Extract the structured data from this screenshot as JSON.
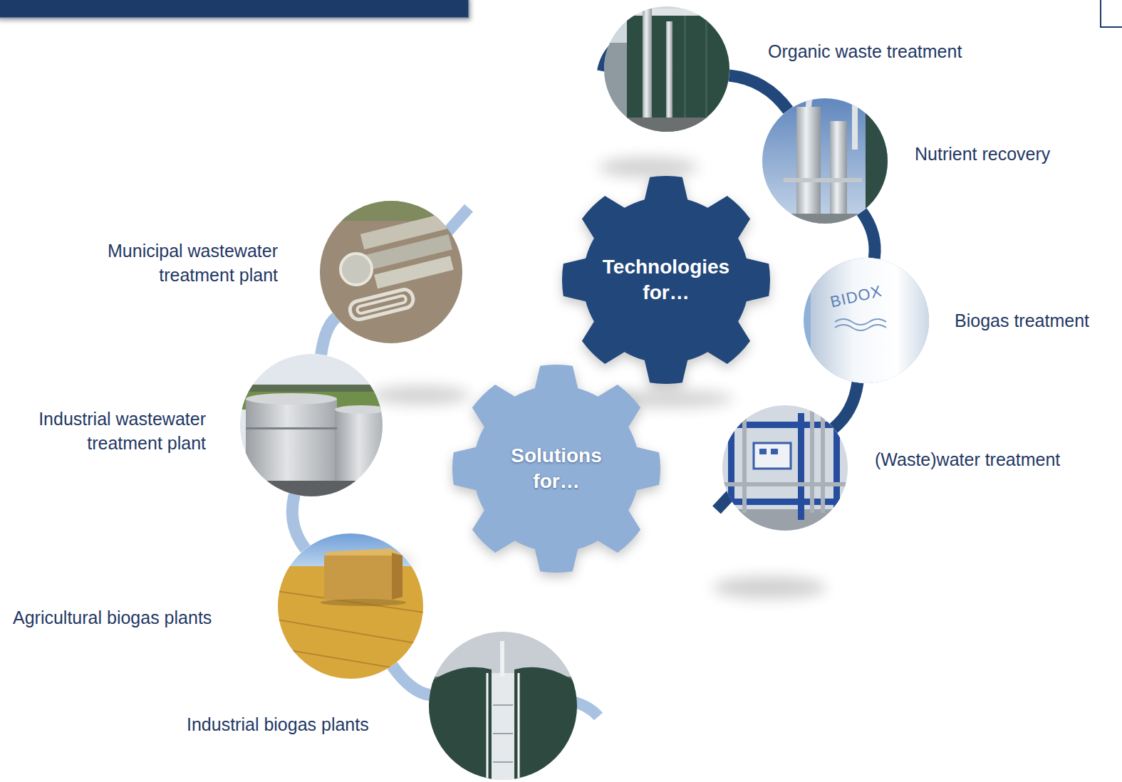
{
  "diagram": {
    "nodes": [
      {
        "text": [
          "Technologies for…"
        ]
      },
      {
        "text": [
          "Organic waste treatment"
        ]
      },
      {
        "text": [
          "Nutrient recovery"
        ]
      },
      {
        "text": [
          "Biogas treatment"
        ]
      },
      {
        "text": [
          "(Waste)water treatment"
        ]
      },
      {
        "text": [
          "Solutions for…"
        ]
      },
      {
        "text": [
          "Municipal wastewater treatment plant"
        ]
      },
      {
        "text": [
          "Industrial wastewater treatment plant"
        ]
      },
      {
        "text": [
          "Agricultural biogas plants"
        ]
      },
      {
        "text": [
          "Industrial biogas plants"
        ]
      }
    ],
    "edges": [
      {
        "from": 1,
        "to": 2,
        "arrow": "none"
      },
      {
        "from": 2,
        "to": 3,
        "arrow": "none"
      },
      {
        "from": 3,
        "to": 4,
        "arrow": "none"
      },
      {
        "from": 6,
        "to": 7,
        "arrow": "none"
      },
      {
        "from": 7,
        "to": 8,
        "arrow": "none"
      },
      {
        "from": 8,
        "to": 9,
        "arrow": "none"
      }
    ],
    "labels": [
      "BIDOX"
    ]
  }
}
